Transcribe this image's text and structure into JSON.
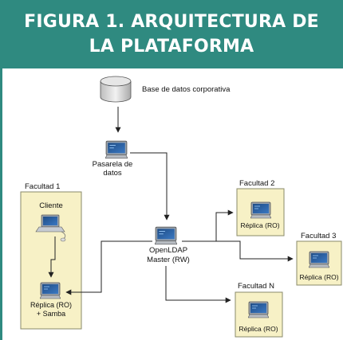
{
  "figure": {
    "title": "FIGURA 1. ARQUITECTURA DE LA PLATAFORMA"
  },
  "diagram": {
    "database": "Base de datos corporativa",
    "gateway": [
      "Pasarela de",
      "datos"
    ],
    "master": [
      "OpenLDAP",
      "Master (RW)"
    ],
    "faculty1": {
      "title": "Facultad 1",
      "client": "Cliente",
      "replica": [
        "Réplica (RO)",
        "+ Samba"
      ]
    },
    "faculty2": {
      "title": "Facultad 2",
      "replica": "Réplica (RO)"
    },
    "faculty3": {
      "title": "Facultad 3",
      "replica": "Réplica (RO)"
    },
    "facultyN": {
      "title": "Facultad N",
      "replica": "Réplica (RO)"
    }
  },
  "colors": {
    "header_bg": "#2f8a80",
    "box_fill": "#f7f1c6",
    "box_stroke": "#8a8a6a"
  }
}
